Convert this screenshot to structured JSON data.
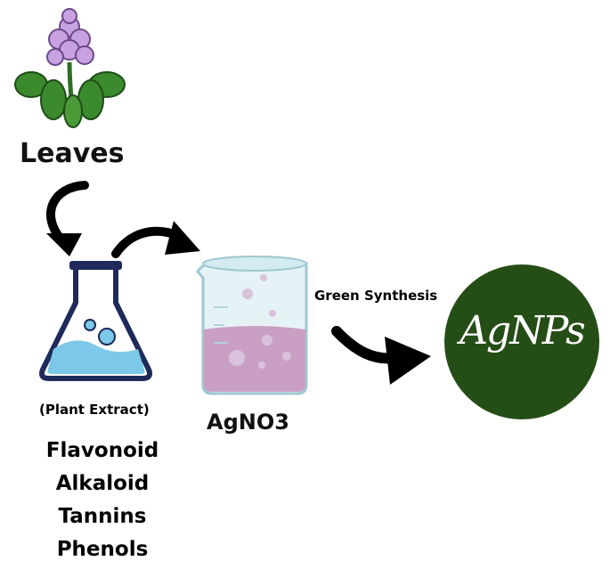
{
  "labels": {
    "leaves": "Leaves",
    "plant_extract": "(Plant Extract)",
    "compounds": [
      "Flavonoid",
      "Alkaloid",
      "Tannins",
      "Phenols"
    ],
    "agno3": "AgNO3",
    "green_synthesis": "Green Synthesis",
    "agnps": "AgNPs"
  },
  "colors": {
    "leaf_green": "#3b8a2e",
    "flower_purple": "#c8a2e0",
    "flask_liquid": "#7cc8e8",
    "beaker_liquid": "#c9a0c4",
    "agnps_circle": "#254d16"
  },
  "icons": [
    "plant-icon",
    "flask-icon",
    "beaker-icon",
    "curved-arrow-icon"
  ]
}
